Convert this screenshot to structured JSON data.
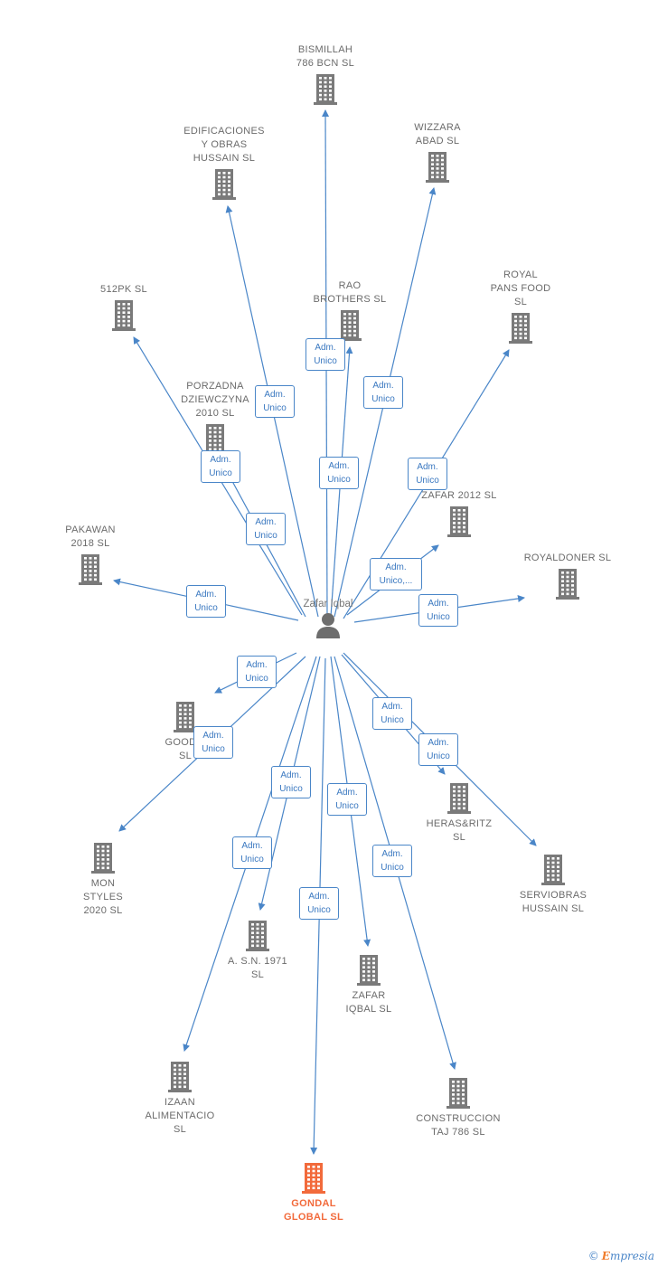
{
  "center": {
    "name": "Zafar Iqbal",
    "icon": "person-icon"
  },
  "colors": {
    "edge": "#4a86c8",
    "building": "#7a7a7a",
    "highlight": "#f26a3b"
  },
  "companies": [
    {
      "id": "bismillah",
      "label": "BISMILLAH\n786 BCN  SL",
      "role": "Adm.\nUnico"
    },
    {
      "id": "edificaciones",
      "label": "EDIFICACIONES\nY OBRAS\nHUSSAIN SL",
      "role": "Adm.\nUnico"
    },
    {
      "id": "wizzara",
      "label": "WIZZARA\nABAD  SL",
      "role": "Adm.\nUnico"
    },
    {
      "id": "rao",
      "label": "RAO\nBROTHERS SL",
      "role": "Adm.\nUnico"
    },
    {
      "id": "royalpans",
      "label": "ROYAL\nPANS FOOD\nSL",
      "role": "Adm.\nUnico"
    },
    {
      "id": "512pk",
      "label": "512PK SL",
      "role": "Adm.\nUnico"
    },
    {
      "id": "porzadna",
      "label": "PORZADNA\nDZIEWCZYNA\n2010 SL",
      "role": "Adm.\nUnico"
    },
    {
      "id": "zafar2012",
      "label": "ZAFAR 2012 SL",
      "role": "Adm.\nUnico,..."
    },
    {
      "id": "royaldoner",
      "label": "ROYALDONER SL",
      "role": "Adm.\nUnico"
    },
    {
      "id": "pakawan",
      "label": "PAKAWAN\n2018  SL",
      "role": "Adm.\nUnico"
    },
    {
      "id": "goodt",
      "label": "GOOD T\nSL",
      "role": "Adm.\nUnico"
    },
    {
      "id": "monstyles",
      "label": "MON\nSTYLES\n2020  SL",
      "role": "Adm.\nUnico"
    },
    {
      "id": "herasritz",
      "label": "HERAS&RITZ\nSL",
      "role": "Adm.\nUnico"
    },
    {
      "id": "serviobras",
      "label": "SERVIOBRAS\nHUSSAIN SL",
      "role": "Adm.\nUnico"
    },
    {
      "id": "asn1971",
      "label": "A. S.N. 1971\nSL",
      "role": "Adm.\nUnico"
    },
    {
      "id": "zafariqbal",
      "label": "ZAFAR\nIQBAL SL",
      "role": "Adm.\nUnico"
    },
    {
      "id": "izaan",
      "label": "IZAAN\nALIMENTACIO\nSL",
      "role": "Adm.\nUnico"
    },
    {
      "id": "construccion",
      "label": "CONSTRUCCION\nTAJ 786  SL",
      "role": "Adm.\nUnico"
    },
    {
      "id": "gondal",
      "label": "GONDAL\nGLOBAL  SL",
      "role": "Adm.\nUnico",
      "highlight": true
    }
  ],
  "footer": {
    "copyright": "©",
    "brand_initial": "E",
    "brand_rest": "mpresia"
  }
}
